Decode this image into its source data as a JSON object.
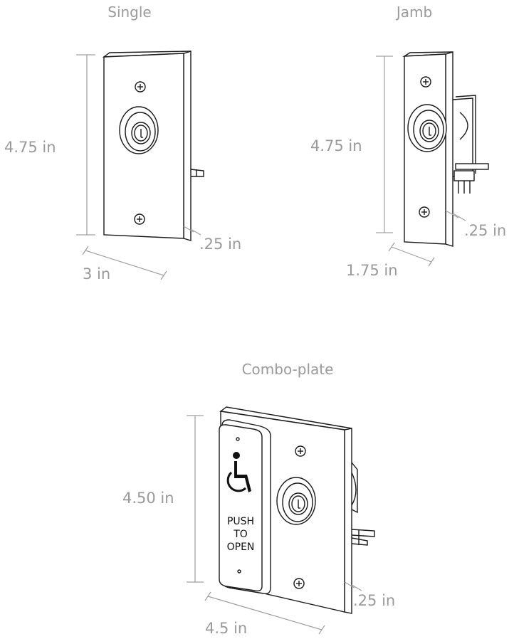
{
  "views": {
    "single": {
      "title": "Single",
      "height": "4.75 in",
      "width": "3 in",
      "depth": ".25 in"
    },
    "jamb": {
      "title": "Jamb",
      "height": "4.75 in",
      "width": "1.75 in",
      "depth": ".25 in"
    },
    "combo": {
      "title": "Combo-plate",
      "height": "4.50 in",
      "width": "4.5 in",
      "depth": ".25 in",
      "sign_lines": [
        "PUSH",
        "TO",
        "OPEN"
      ]
    }
  },
  "icons": {
    "screw": "screw-icon",
    "key_cylinder": "key-cylinder-icon",
    "wheelchair": "wheelchair-accessibility-icon"
  },
  "colors": {
    "label": "#9a9a9a",
    "outline": "#1a1a1a",
    "dimension_line": "#a0a0a0"
  }
}
